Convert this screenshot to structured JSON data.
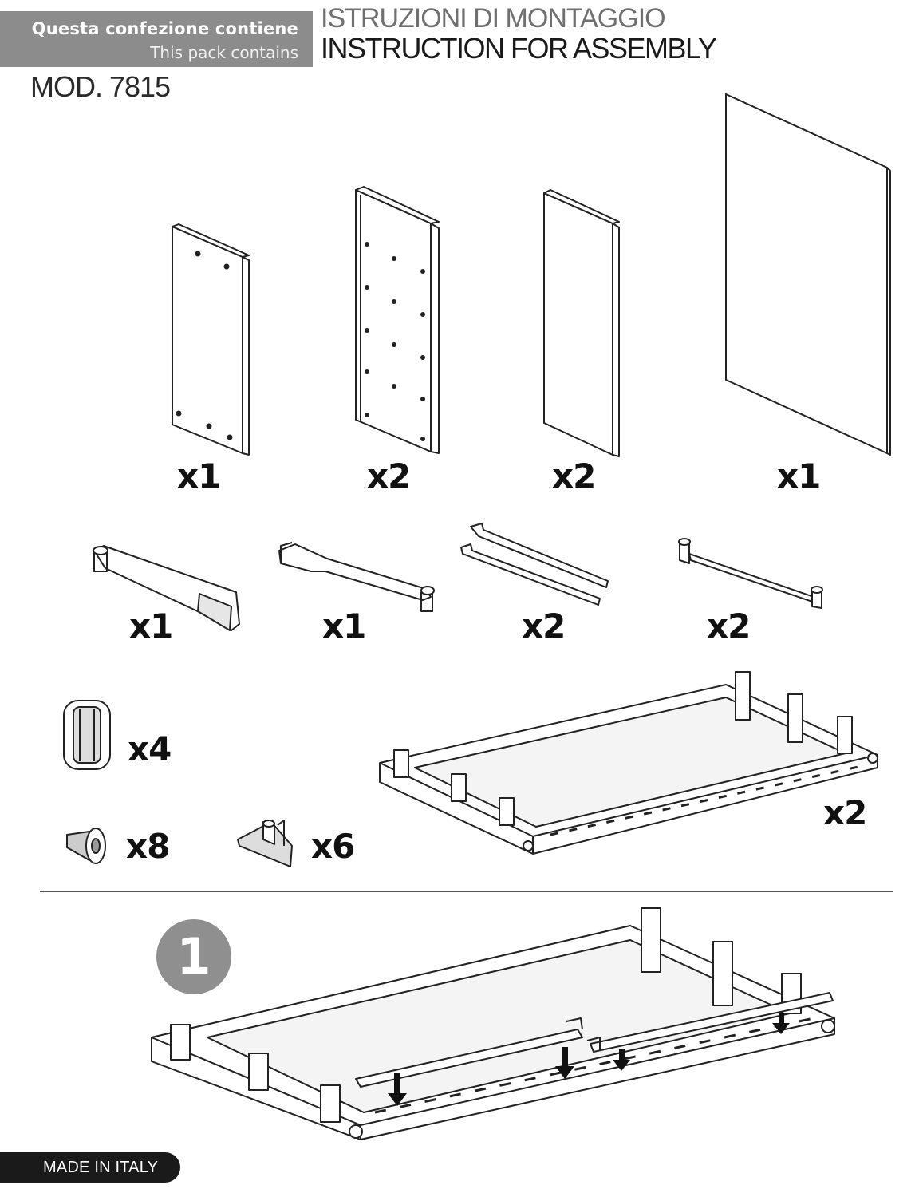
{
  "header": {
    "pack_label_it": "Questa confezione contiene",
    "pack_label_en": "This pack contains",
    "title_it": "ISTRUZIONI DI MONTAGGIO",
    "title_en": "INSTRUCTION FOR ASSEMBLY",
    "model": "MOD. 7815"
  },
  "parts": {
    "panel_small_qty": "x1",
    "panel_holes_qty": "x2",
    "panel_plain_qty": "x2",
    "back_panel_qty": "x1",
    "arm_left_qty": "x1",
    "arm_right_qty": "x1",
    "rail_qty": "x2",
    "bar_qty": "x2",
    "clip_qty": "x4",
    "peg_qty": "x8",
    "support_qty": "x6",
    "base_qty": "x2"
  },
  "step": {
    "number": "1"
  },
  "footer": {
    "made_in": "MADE IN ITALY"
  }
}
